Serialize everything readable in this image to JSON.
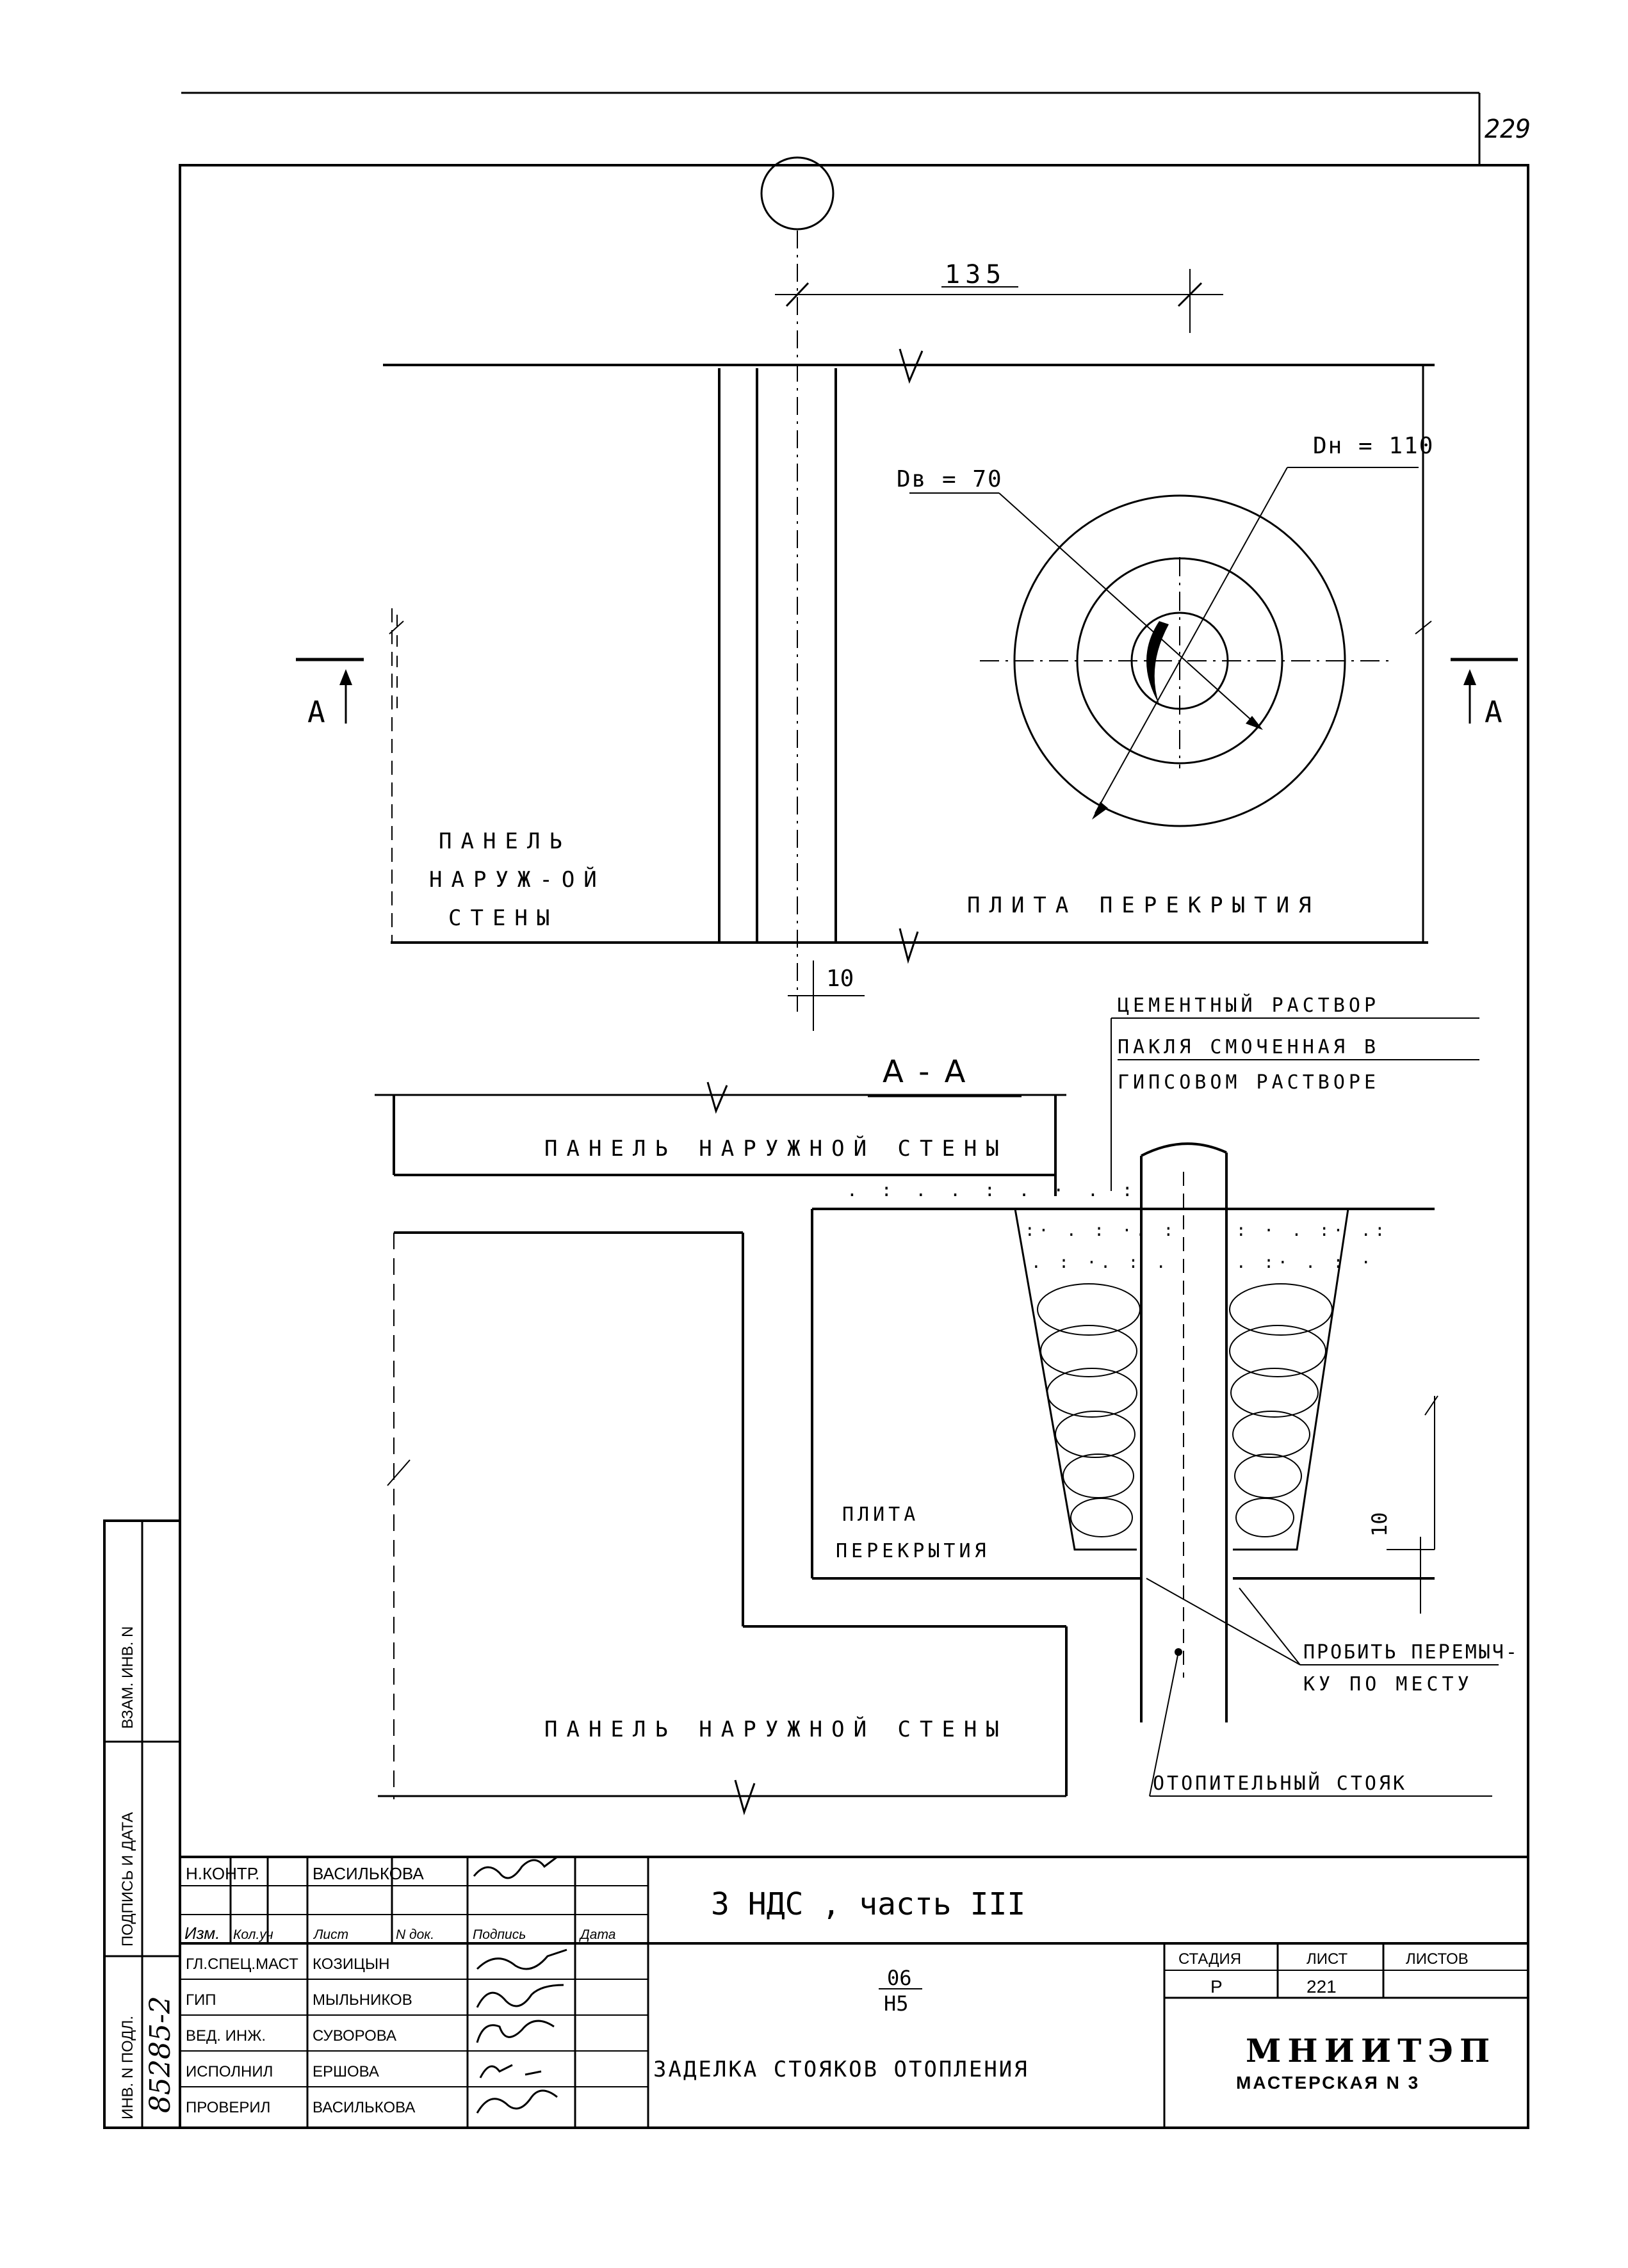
{
  "sheet": {
    "page_number": "229",
    "section_label": "A - A",
    "section_mark_left": "A",
    "section_mark_right": "A"
  },
  "plan": {
    "dim_top": "135",
    "dim_gap": "10",
    "d_inner": "Dв = 70",
    "d_outer": "Dн = 110",
    "wall_panel": [
      "ПАНЕЛЬ",
      "НАРУЖ-ОЙ",
      "СТЕНЫ"
    ],
    "slab": "ПЛИТА ПЕРЕКРЫТИЯ"
  },
  "section": {
    "wall_top": "ПАНЕЛЬ НАРУЖНОЙ СТЕНЫ",
    "wall_bottom": "ПАНЕЛЬ НАРУЖНОЙ СТЕНЫ",
    "slab": [
      "ПЛИТА",
      "ПЕРЕКРЫТИЯ"
    ],
    "mortar": "ЦЕМЕНТНЫЙ РАСТВОР",
    "tow": [
      "ПАКЛЯ СМОЧЕННАЯ В",
      "ГИПСОВОМ РАСТВОРЕ"
    ],
    "break_note": [
      "ПРОБИТЬ ПЕРЕМЫЧ-",
      "КУ ПО МЕСТУ"
    ],
    "riser": "ОТОПИТЕЛЬНЫЙ СТОЯК",
    "dim_side": "10"
  },
  "side_stamp": {
    "inv_zam": "ВЗАМ. ИНВ. N",
    "sign_date": "ПОДПИСЬ И ДАТА",
    "inv_podl": "ИНВ. N ПОДЛ.",
    "inv_number": "85285-2"
  },
  "title_block": {
    "n_kontr_label": "Н.КОНТР.",
    "n_kontr_name": "ВАСИЛЬКОВА",
    "header": [
      "Изм.",
      "Кол.уч",
      "Лист",
      "N док.",
      "Подпись",
      "Дата"
    ],
    "roles": [
      {
        "role": "ГЛ.СПЕЦ.МАСТ",
        "name": "КОЗИЦЫН"
      },
      {
        "role": "ГИП",
        "name": "МЫЛЬНИКОВ"
      },
      {
        "role": "ВЕД. ИНЖ.",
        "name": "СУВОРОВА"
      },
      {
        "role": "ИСПОЛНИЛ",
        "name": "ЕРШОВА"
      },
      {
        "role": "ПРОВЕРИЛ",
        "name": "ВАСИЛЬКОВА"
      }
    ],
    "project": "3 НДС , часть III",
    "code_top": "06",
    "code_bottom": "Н5",
    "drawing_title": "ЗАДЕЛКА СТОЯКОВ ОТОПЛЕНИЯ",
    "stage_label": "СТАДИЯ",
    "sheet_label": "ЛИСТ",
    "sheets_label": "ЛИСТОВ",
    "stage": "Р",
    "sheet": "221",
    "sheets": "",
    "org": "МНИИТЭП",
    "workshop": "МАСТЕРСКАЯ N 3"
  }
}
